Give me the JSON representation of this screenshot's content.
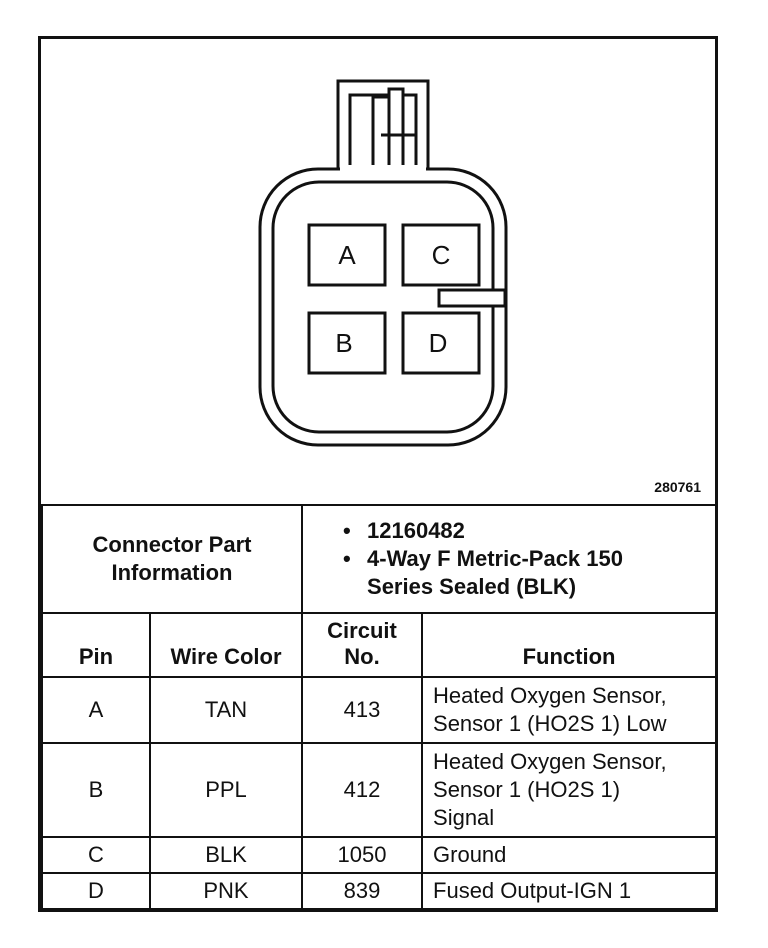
{
  "diagram": {
    "pins": [
      "A",
      "C",
      "B",
      "D"
    ],
    "code": "280761"
  },
  "connector_info": {
    "label_line1": "Connector Part",
    "label_line2": "Information",
    "bullet": "•",
    "part_number": "12160482",
    "description_line1": "4-Way F Metric-Pack 150",
    "description_line2": "Series Sealed (BLK)"
  },
  "table": {
    "headers": {
      "pin": "Pin",
      "wire_color": "Wire Color",
      "circuit_line1": "Circuit",
      "circuit_line2": "No.",
      "function": "Function"
    },
    "rows": [
      {
        "pin": "A",
        "color": "TAN",
        "circuit": "413",
        "function_lines": [
          "Heated Oxygen Sensor,",
          "Sensor 1 (HO2S 1) Low"
        ]
      },
      {
        "pin": "B",
        "color": "PPL",
        "circuit": "412",
        "function_lines": [
          "Heated Oxygen Sensor,",
          "Sensor 1 (HO2S 1)",
          "Signal"
        ]
      },
      {
        "pin": "C",
        "color": "BLK",
        "circuit": "1050",
        "function_lines": [
          "Ground"
        ]
      },
      {
        "pin": "D",
        "color": "PNK",
        "circuit": "839",
        "function_lines": [
          "Fused Output-IGN 1"
        ]
      }
    ]
  }
}
